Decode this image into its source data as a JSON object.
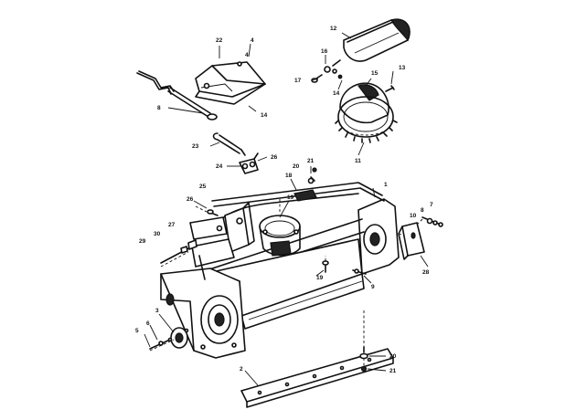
{
  "callouts": {
    "c1": "1",
    "c2": "2",
    "c3": "3",
    "c4a": "4",
    "c4b": "4",
    "c5": "5",
    "c6": "6",
    "c7": "7",
    "c8a": "8",
    "c8b": "8",
    "c9": "9",
    "c10": "10",
    "c11": "11",
    "c12": "12",
    "c13": "13",
    "c14a": "14",
    "c14b": "14",
    "c15": "15",
    "c16": "16",
    "c17": "17",
    "c18": "18",
    "c19a": "19",
    "c19b": "19",
    "c20a": "20",
    "c20b": "20",
    "c21a": "21",
    "c21b": "21",
    "c22": "22",
    "c23": "23",
    "c24": "24",
    "c25": "25",
    "c26a": "26",
    "c26b": "26",
    "c27": "27",
    "c28": "28",
    "c29": "29",
    "c30": "30"
  }
}
